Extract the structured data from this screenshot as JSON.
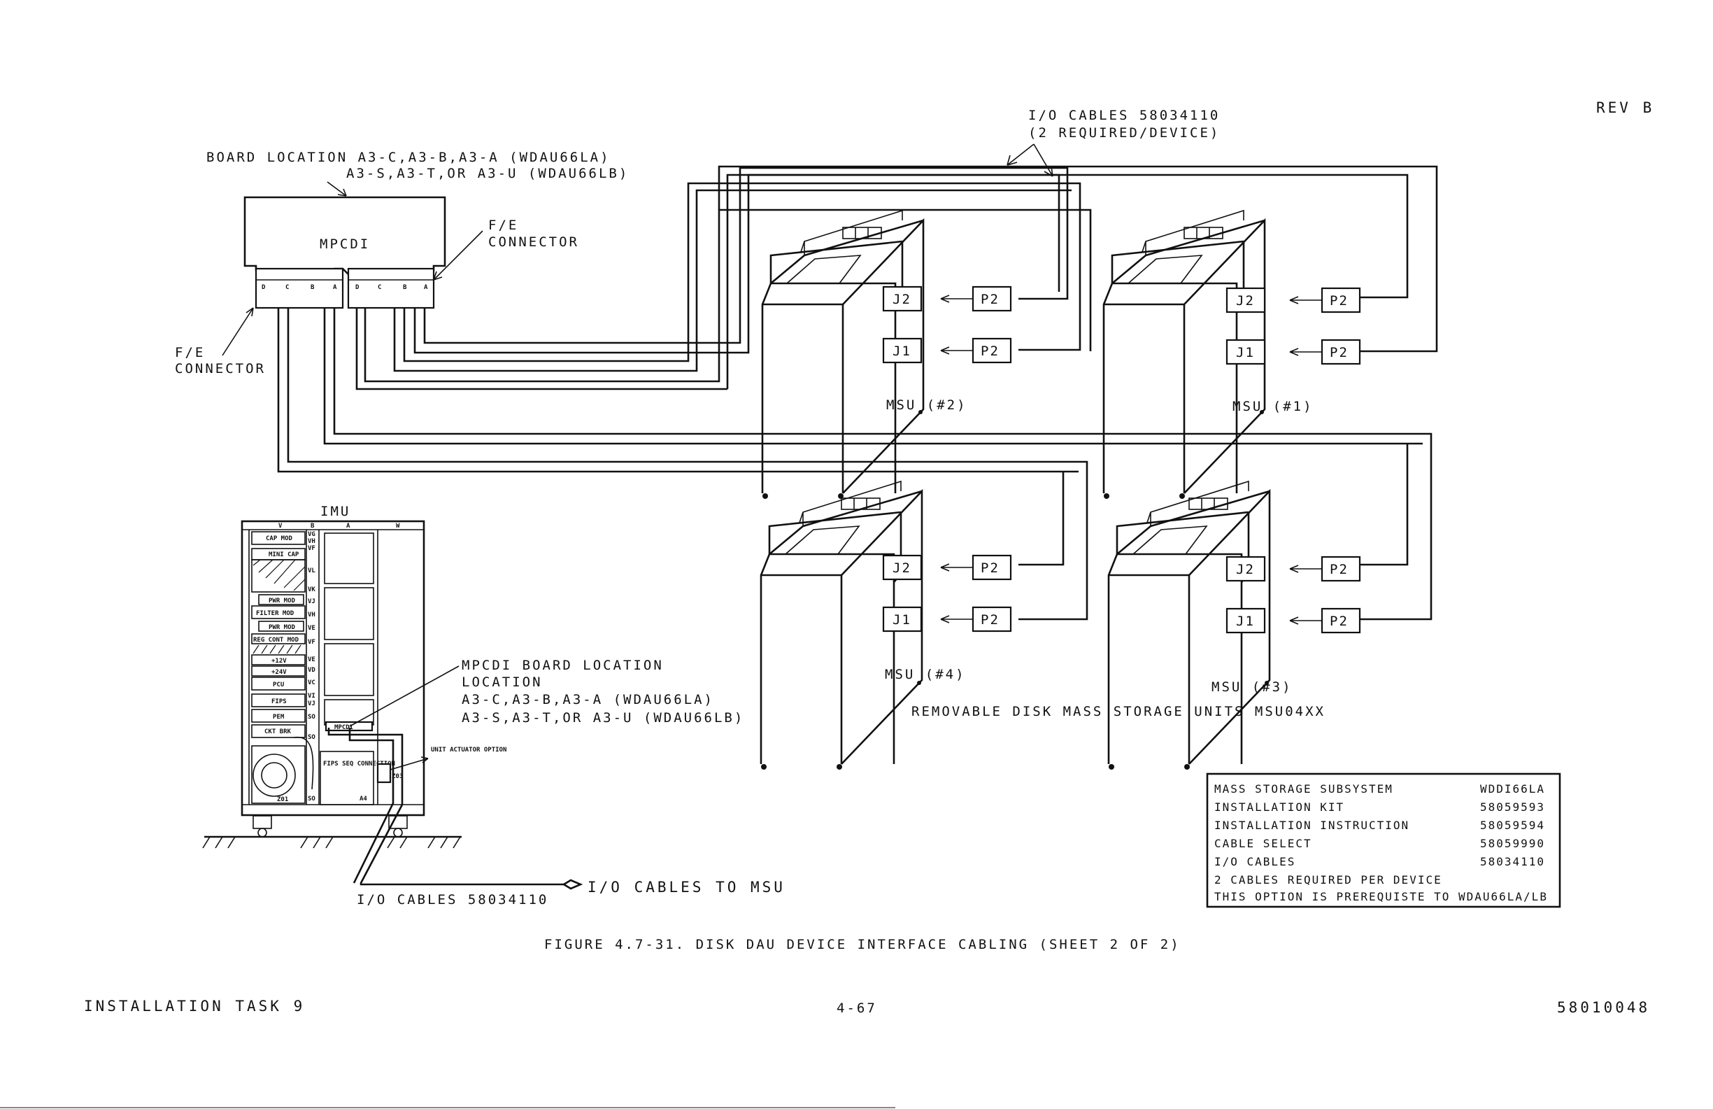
{
  "header": {
    "revision": "REV B"
  },
  "footer": {
    "left": "INSTALLATION TASK 9",
    "center": "4-67",
    "right": "58010048"
  },
  "figure": {
    "caption": "FIGURE 4.7-31.  DISK DAU DEVICE INTERFACE CABLING (SHEET 2 OF 2)"
  },
  "labels": {
    "io_cables_top_1": "I/O CABLES 58034110",
    "io_cables_top_2": "(2 REQUIRED/DEVICE)",
    "board_location_1": "BOARD LOCATION A3-C,A3-B,A3-A (WDAU66LA)",
    "board_location_2": "A3-S,A3-T,OR A3-U (WDAU66LB)",
    "mpcdi": "MPCDI",
    "fe_connector_right_1": "F/E",
    "fe_connector_right_2": "CONNECTOR",
    "fe_connector_left_1": "F/E",
    "fe_connector_left_2": "CONNECTOR",
    "connector_letters": [
      "D",
      "C",
      "B",
      "A",
      "D",
      "C",
      "B",
      "A"
    ],
    "imu": "IMU",
    "mpcdi_board_location_1": "MPCDI BOARD LOCATION",
    "mpcdi_board_location_2": "LOCATION",
    "mpcdi_board_location_3": "A3-C,A3-B,A3-A (WDAU66LA)",
    "mpcdi_board_location_4": "A3-S,A3-T,OR A3-U (WDAU66LB)",
    "io_cables_bottom": "I/O CABLES 58034110",
    "io_cables_to_msu": "I/O CABLES TO MSU",
    "removable_disk": "REMOVABLE DISK MASS STORAGE UNITS MSU04XX",
    "unit_option": "UNIT ACTUATOR OPTION"
  },
  "msu_units": [
    {
      "name": "MSU (#2)",
      "j2": "J2",
      "j1": "J1",
      "p_top": "P2",
      "p_bottom": "P2"
    },
    {
      "name": "MSU (#1)",
      "j2": "J2",
      "j1": "J1",
      "p_top": "P2",
      "p_bottom": "P2"
    },
    {
      "name": "MSU (#4)",
      "j2": "J2",
      "j1": "J1",
      "p_top": "P2",
      "p_bottom": "P2"
    },
    {
      "name": "MSU (#3)",
      "j2": "J2",
      "j1": "J1",
      "p_top": "P2",
      "p_bottom": "P2"
    }
  ],
  "imu_rack": {
    "column_marks": [
      "V",
      "B",
      "A",
      "W"
    ],
    "modules": [
      "CAP MOD",
      "MINI CAP",
      "PWR MOD",
      "FILTER MOD",
      "PWR MOD",
      "REG CONT MOD",
      "+12V",
      "+24V",
      "PCU",
      "FIPS",
      "PEM",
      "CKT BRK"
    ],
    "slot_labels": [
      "VG",
      "VH",
      "VF",
      "VL",
      "VK",
      "VJ",
      "VH",
      "VE",
      "VF",
      "VE",
      "VD",
      "VC",
      "VI",
      "VJ",
      "SO",
      "SO",
      "SO"
    ],
    "fips_connection": "FIPS SEQ CONNECTION",
    "z01": "Z01",
    "z03": "Z03",
    "a4": "A4",
    "mpcdi_small": "MPCDI"
  },
  "kit_table": {
    "rows": [
      {
        "item": "MASS STORAGE SUBSYSTEM",
        "number": "WDDI66LA"
      },
      {
        "item": "INSTALLATION KIT",
        "number": "58059593"
      },
      {
        "item": "INSTALLATION INSTRUCTION",
        "number": "58059594"
      },
      {
        "item": "CABLE SELECT",
        "number": "58059990"
      },
      {
        "item": "I/O CABLES",
        "number": "58034110"
      }
    ],
    "note_1": "2 CABLES REQUIRED PER DEVICE",
    "note_2": "THIS OPTION IS PREREQUISTE TO WDAU66LA/LB"
  }
}
